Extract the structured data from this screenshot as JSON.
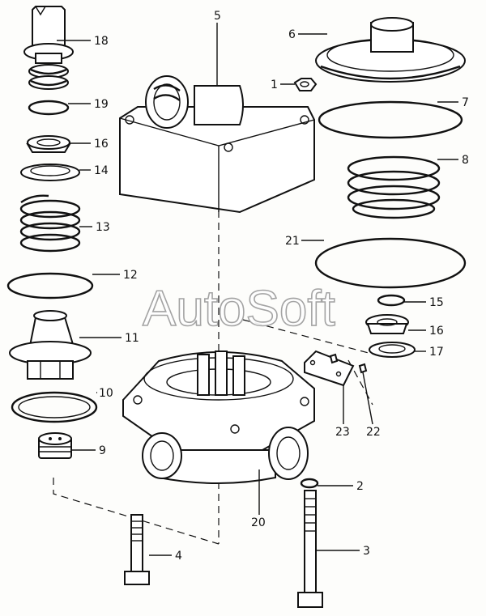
{
  "watermark": "AutoSoft",
  "callouts": {
    "c1": "1",
    "c2": "2",
    "c3": "3",
    "c4": "4",
    "c5": "5",
    "c6": "6",
    "c7": "7",
    "c8": "8",
    "c9": "9",
    "c10": "10",
    "c11": "11",
    "c12": "12",
    "c13": "13",
    "c14": "14",
    "c15": "15",
    "c16a": "16",
    "c16b": "16",
    "c17": "17",
    "c18": "18",
    "c19": "19",
    "c20": "20",
    "c21": "21",
    "c22": "22",
    "c23": "23"
  }
}
